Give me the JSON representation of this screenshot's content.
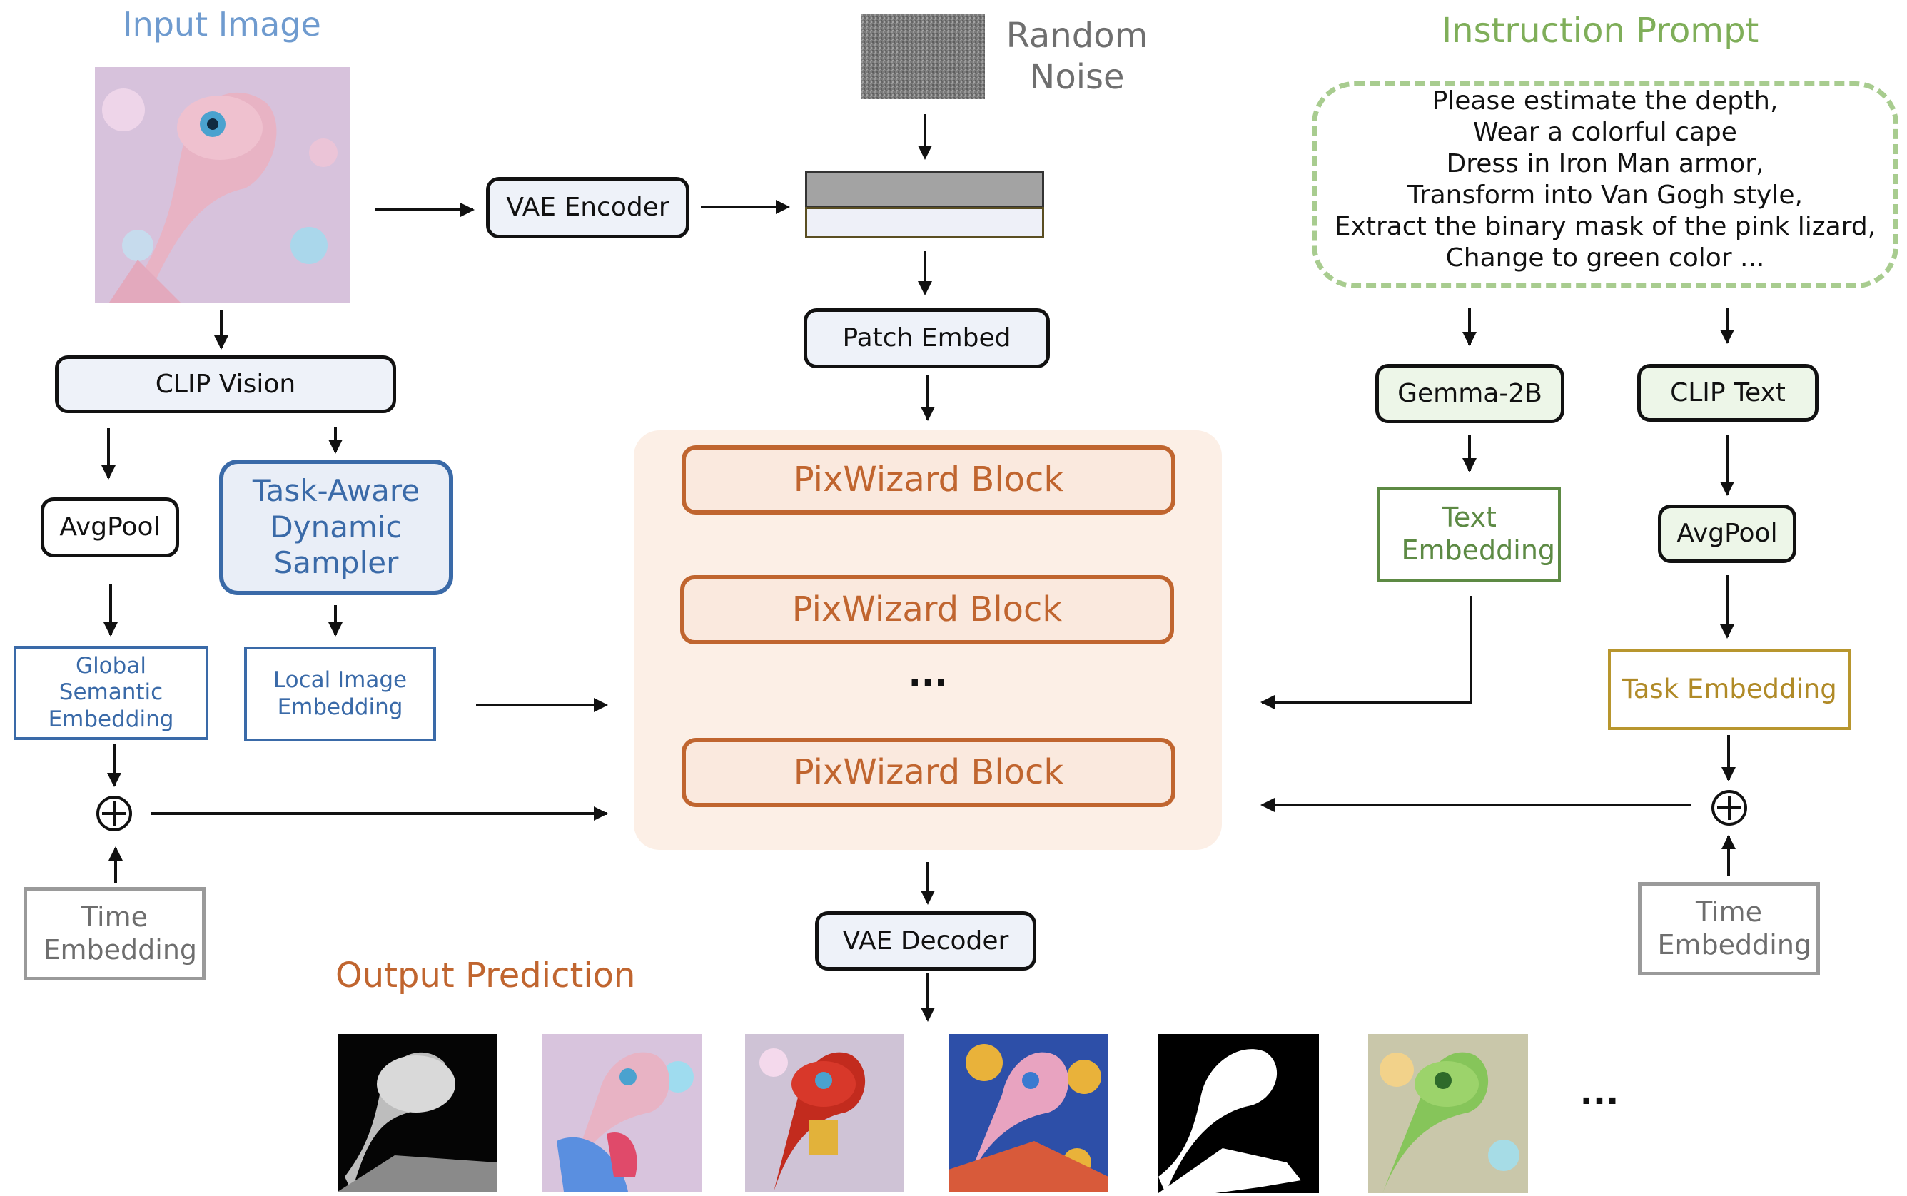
{
  "titles": {
    "input": "Input Image",
    "noise": "Random Noise",
    "prompt": "Instruction Prompt",
    "output": "Output Prediction"
  },
  "prompt_lines": [
    "Please estimate the depth,",
    "Wear a colorful cape",
    "Dress in Iron Man armor,",
    "Transform into Van Gogh style,",
    "Extract the binary mask of the pink lizard,",
    "Change to green color ..."
  ],
  "left": {
    "clip_vision": "CLIP Vision",
    "avgpool": "AvgPool",
    "sampler": "Task-Aware Dynamic Sampler",
    "global_embedding": "Global Semantic Embedding",
    "local_embedding": "Local Image Embedding",
    "time_embedding": "Time Embedding"
  },
  "center": {
    "vae_encoder": "VAE Encoder",
    "patch_embed": "Patch Embed",
    "block": "PixWizard Block",
    "ellipsis": "...",
    "vae_decoder": "VAE Decoder"
  },
  "right": {
    "gemma": "Gemma-2B",
    "clip_text": "CLIP Text",
    "text_embedding": "Text Embedding",
    "avgpool": "AvgPool",
    "task_embedding": "Task Embedding",
    "time_embedding": "Time Embedding"
  },
  "outputs": {
    "items": [
      "depth map",
      "colorful cape",
      "iron man armor",
      "van gogh style",
      "binary mask",
      "green color"
    ],
    "more": "..."
  },
  "colors": {
    "input_title": "#6f9bcf",
    "noise_title": "#6f6f6f",
    "prompt_title": "#7fae59",
    "output_title": "#c0652f",
    "block": "#c0652f",
    "block_fill": "#fae9de",
    "panel_fill": "#fcefe6",
    "prompt_border": "#a8cc8f"
  }
}
